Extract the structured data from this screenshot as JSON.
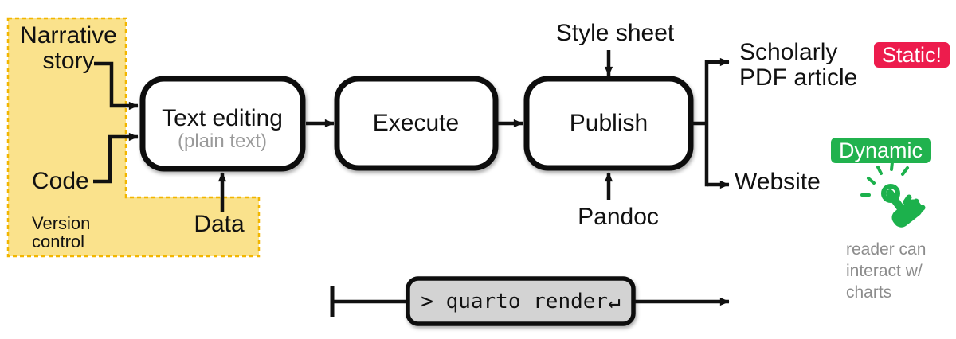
{
  "inputs": {
    "narrative": {
      "line1": "Narrative",
      "line2": "story"
    },
    "code": "Code",
    "version_control": {
      "line1": "Version",
      "line2": "control"
    },
    "data": "Data"
  },
  "pipeline": {
    "text_editing": {
      "title": "Text editing",
      "subtitle": "(plain text)"
    },
    "execute": "Execute",
    "publish": "Publish",
    "style_sheet": "Style sheet",
    "pandoc": "Pandoc"
  },
  "outputs": {
    "scholarly_pdf": {
      "line1": "Scholarly",
      "line2": "PDF article"
    },
    "website": "Website",
    "static_badge": "Static!",
    "dynamic_badge": "Dynamic",
    "note": {
      "line1": "reader can",
      "line2": "interact w/",
      "line3": "charts"
    }
  },
  "command": {
    "text": "> quarto render↵"
  },
  "colors": {
    "highlight_fill": "#FAE28C",
    "highlight_border": "#F2B600",
    "static_red": "#ED1C4D",
    "dynamic_green": "#21B24E",
    "icon_green": "#1CB14C",
    "muted_gray": "#8C8C8C",
    "subtitle_gray": "#9A9A9A",
    "command_fill": "#D3D3D3"
  }
}
